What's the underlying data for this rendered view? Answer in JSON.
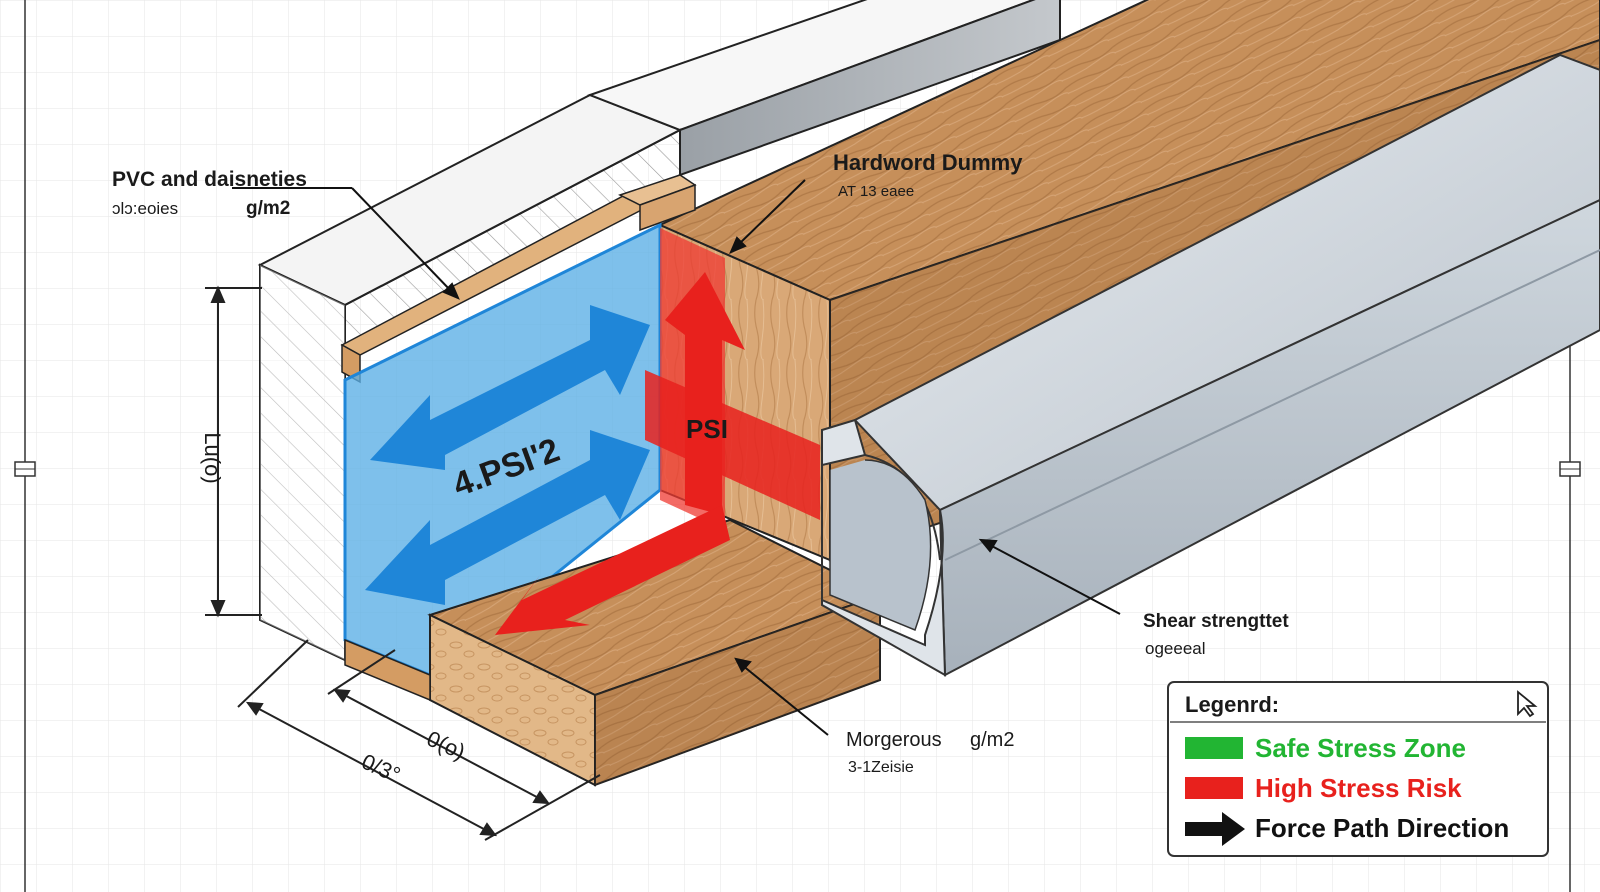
{
  "callouts": {
    "pvc_title": "PVC and daisneties",
    "pvc_sub_left": "ɔlɔ:eoies",
    "pvc_sub_right": "g/m2",
    "hardwood_title": "Hardword Dummy",
    "hardwood_sub": "AT 13 eaee",
    "shear_title": "Shear strengttet",
    "shear_sub": "ogeeeal",
    "mongerous_title": "Morgerous",
    "mongerous_unit": "g/m2",
    "mongerous_sub": "3-1Zeisie"
  },
  "overlay_labels": {
    "blue_value": "4.PSI'2",
    "red_value": "PSI"
  },
  "dimensions": {
    "vertical": "Lu(o)",
    "bottom_inner": "0(o)",
    "bottom_outer": "0/3°"
  },
  "legend": {
    "title": "Legenrd:",
    "items": [
      {
        "label": "Safe Stress Zone",
        "color": "#22b533",
        "swatch": "green-bar"
      },
      {
        "label": "High Stress Risk",
        "color": "#e8211d",
        "swatch": "red-bar"
      },
      {
        "label": "Force Path Direction",
        "color": "#111111",
        "swatch": "black-arrow"
      }
    ],
    "cursor_icon": "cursor-arrow-icon"
  },
  "colors": {
    "safe": "#22b533",
    "risk": "#e8211d",
    "blue_zone": "#5aaee6",
    "blue_arrow": "#1f86d8",
    "wood": "#c8915e",
    "steel": "#c9d1d9"
  }
}
